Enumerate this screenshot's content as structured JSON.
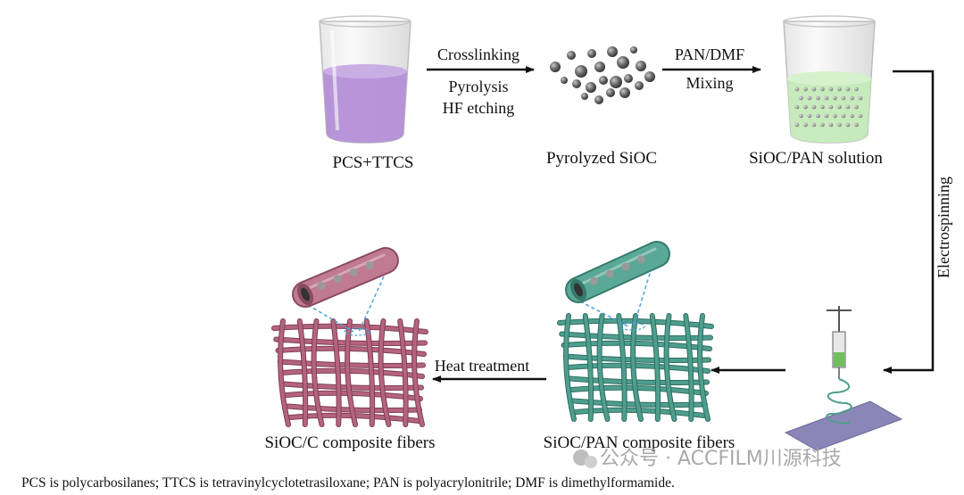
{
  "stages": {
    "precursor": "PCS+TTCS",
    "pyrolyzed": "Pyrolyzed SiOC",
    "solution": "SiOC/PAN solution",
    "pan_fibers": "SiOC/PAN composite fibers",
    "c_fibers": "SiOC/C composite fibers"
  },
  "processes": {
    "step1_line1": "Crosslinking",
    "step1_line2": "Pyrolysis",
    "step1_line3": "HF etching",
    "step2_line1": "PAN/DMF",
    "step2_line2": "Mixing",
    "step3": "Electrospinning",
    "step5": "Heat treatment"
  },
  "footnote": "PCS is polycarbosilanes; TTCS is tetravinylcyclotetrasiloxane; PAN is polyacrylonitrile; DMF is dimethylformamide.",
  "watermark": "公众号 · ACCFILM川源科技",
  "colors": {
    "precursor_liquid": "#b38fd6",
    "solution_liquid": "#c4eab8",
    "pan_fiber": "#4e9e8e",
    "carbon_fiber": "#b5647e",
    "particle": "#6e6e6e"
  }
}
